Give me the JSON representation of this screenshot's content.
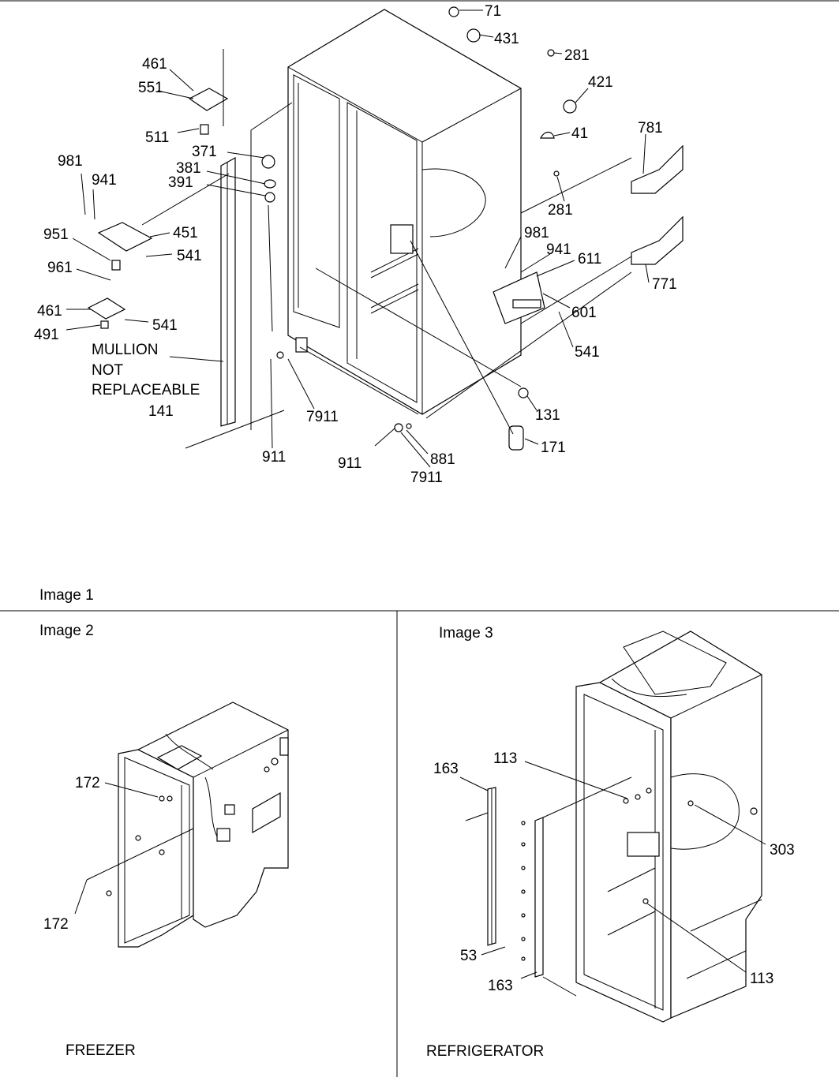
{
  "panels": {
    "image1": {
      "caption": "Image 1",
      "callouts": [
        "71",
        "431",
        "281",
        "421",
        "41",
        "781",
        "281",
        "771",
        "461",
        "551",
        "511",
        "371",
        "381",
        "391",
        "981",
        "941",
        "451",
        "541",
        "951",
        "961",
        "461",
        "541",
        "491",
        "141",
        "981",
        "941",
        "611",
        "601",
        "541",
        "131",
        "171",
        "7911",
        "911",
        "911",
        "7911",
        "881"
      ],
      "note_lines": [
        "MULLION",
        "NOT",
        "REPLACEABLE"
      ]
    },
    "image2": {
      "caption": "Image 2",
      "callouts": [
        "172",
        "172"
      ],
      "section_label": "FREEZER"
    },
    "image3": {
      "caption": "Image 3",
      "callouts": [
        "163",
        "113",
        "303",
        "53",
        "163",
        "113"
      ],
      "section_label": "REFRIGERATOR"
    }
  }
}
